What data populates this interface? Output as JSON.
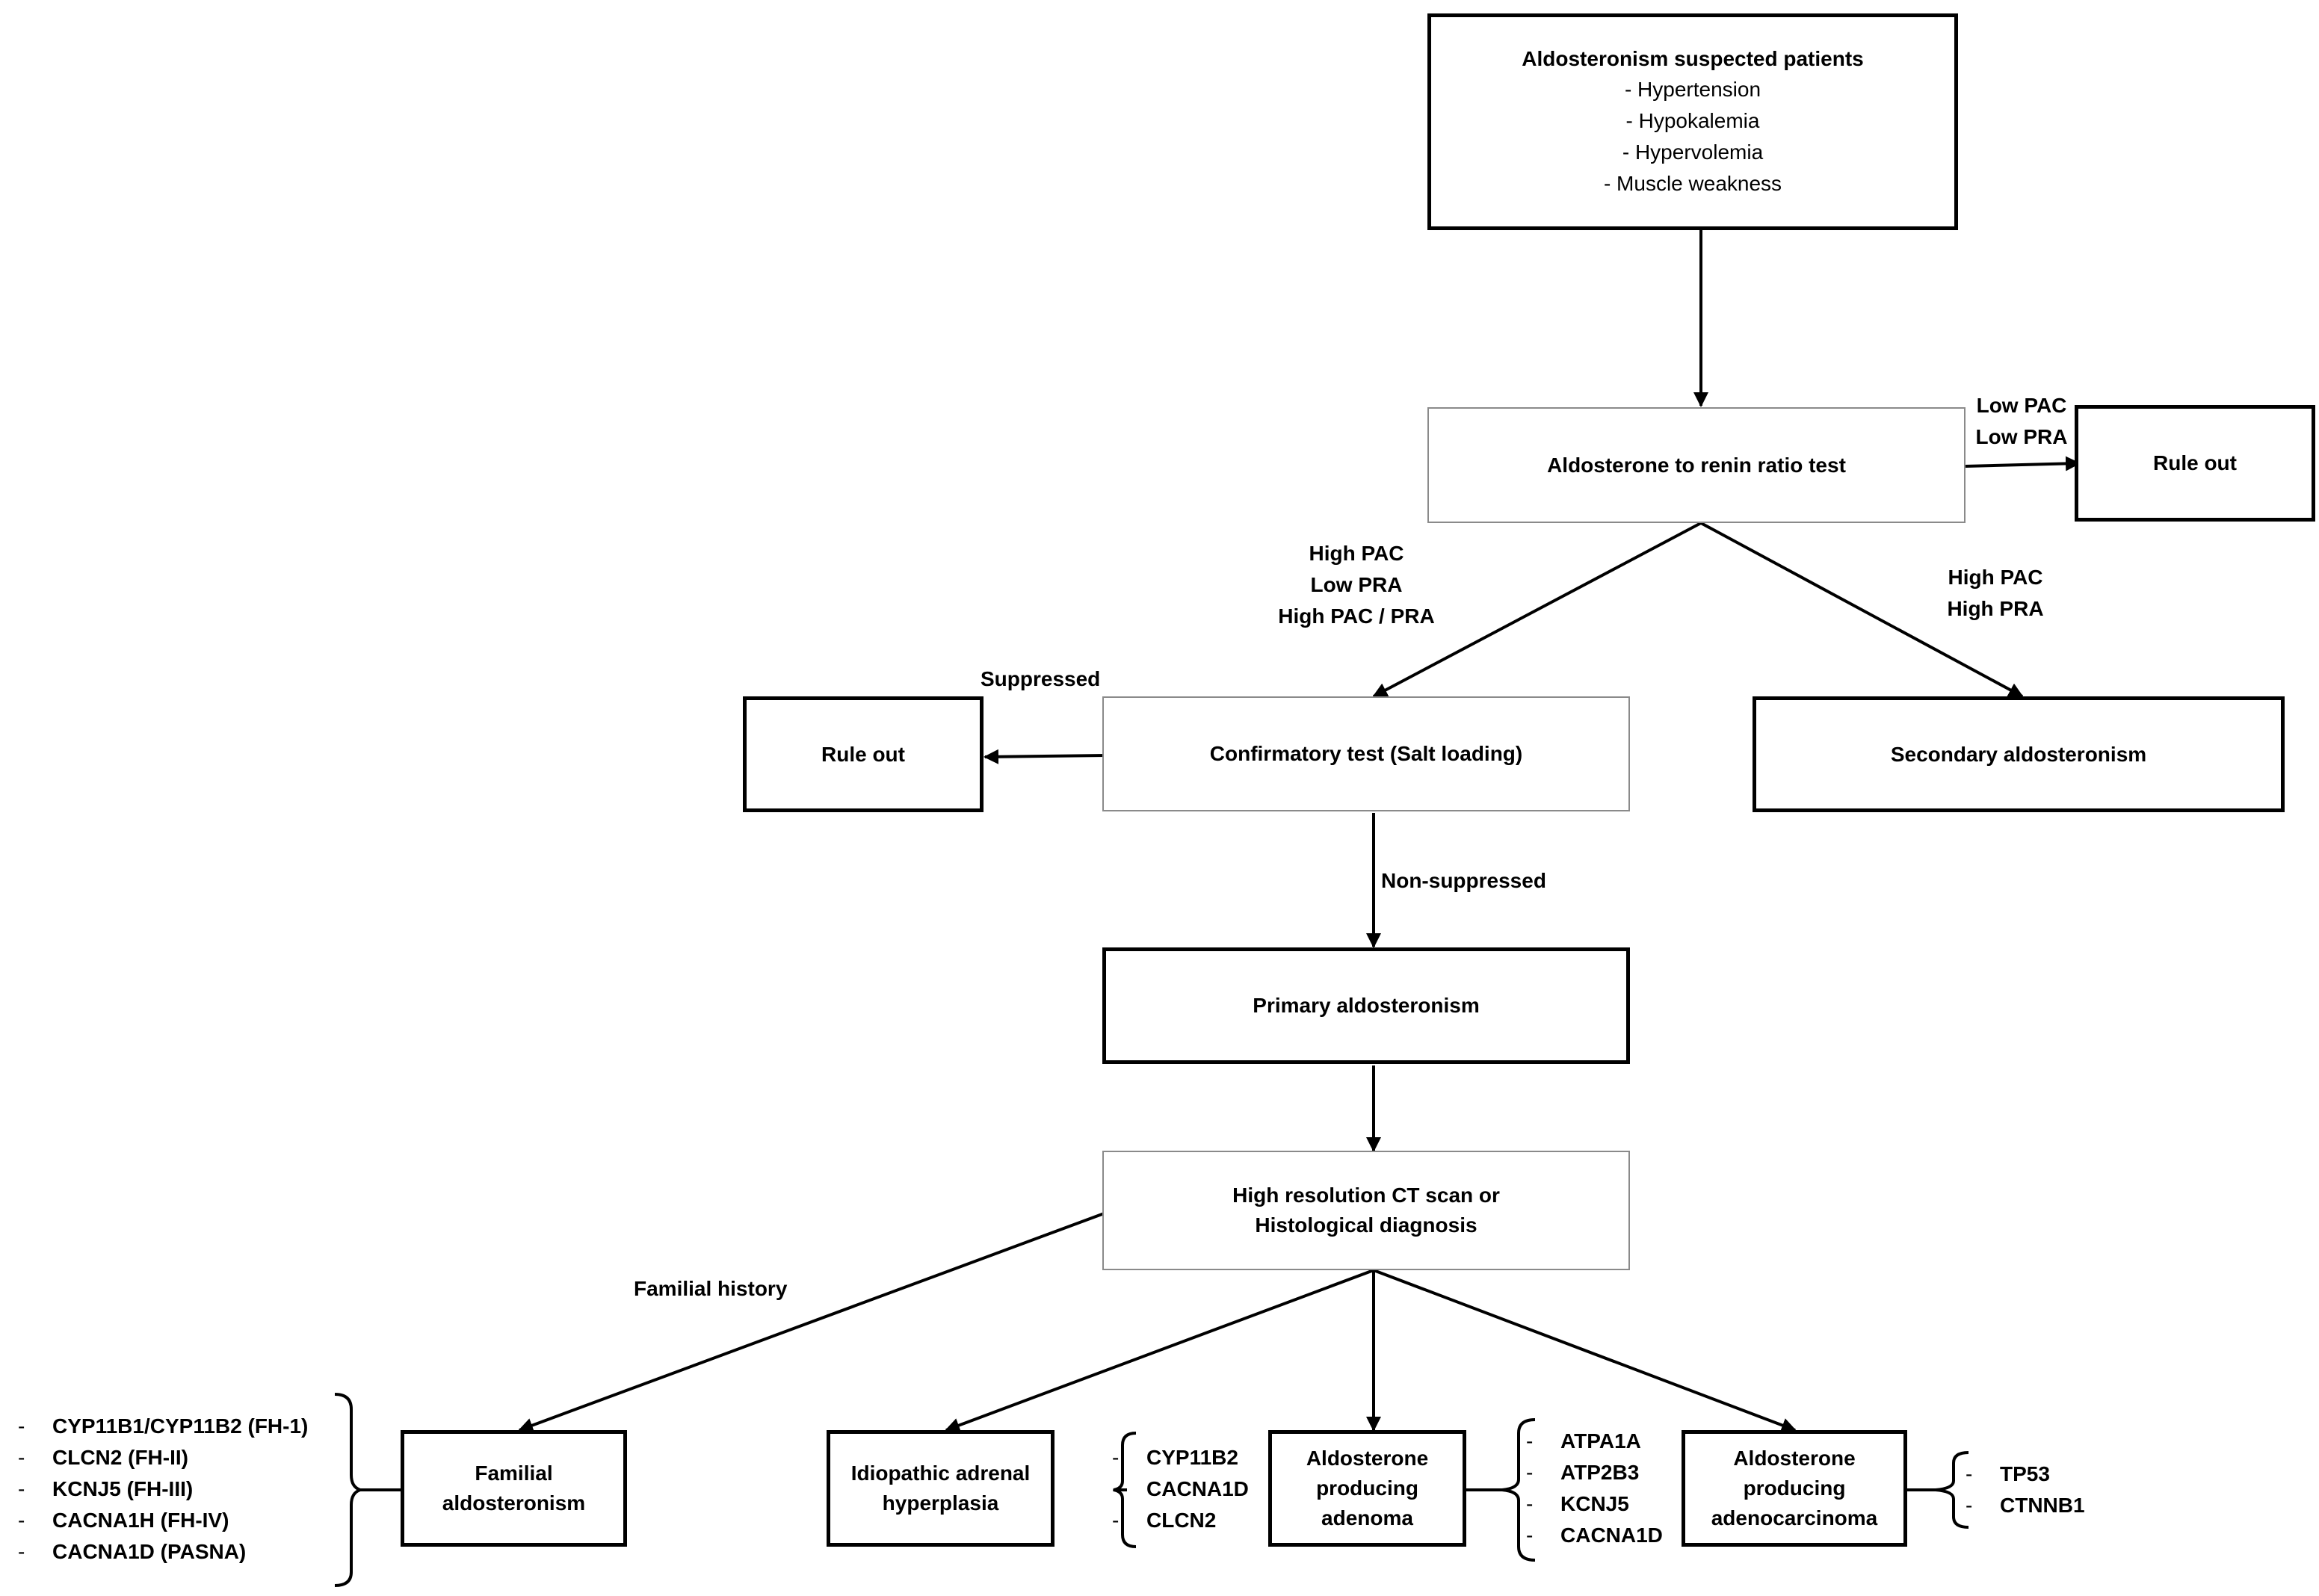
{
  "nodes": {
    "suspected": {
      "title": "Aldosteronism suspected patients",
      "items": [
        "- Hypertension",
        "- Hypokalemia",
        "- Hypervolemia",
        "- Muscle weakness"
      ]
    },
    "arr_test": "Aldosterone to renin ratio test",
    "rule_out_top": "Rule out",
    "confirmatory": "Confirmatory test (Salt loading)",
    "rule_out_left": "Rule out",
    "secondary": "Secondary aldosteronism",
    "primary": "Primary aldosteronism",
    "ct_scan": [
      "High resolution CT scan or",
      "Histological diagnosis"
    ],
    "familial": [
      "Familial",
      "aldosteronism"
    ],
    "idiopathic": [
      "Idiopathic adrenal",
      "hyperplasia"
    ],
    "apa": [
      "Aldosterone",
      "producing",
      "adenoma"
    ],
    "apc": [
      "Aldosterone",
      "producing",
      "adenocarcinoma"
    ]
  },
  "edge_labels": {
    "low": [
      "Low PAC",
      "Low PRA"
    ],
    "high_low": [
      "High PAC",
      "Low PRA",
      "High PAC / PRA"
    ],
    "high_high": [
      "High PAC",
      "High PRA"
    ],
    "suppressed": "Suppressed",
    "non_suppressed": "Non-suppressed",
    "familial_history": "Familial history"
  },
  "gene_lists": {
    "familial": [
      "CYP11B1/CYP11B2 (FH-1)",
      "CLCN2 (FH-II)",
      "KCNJ5 (FH-III)",
      "CACNA1H (FH-IV)",
      "CACNA1D (PASNA)"
    ],
    "idiopathic": [
      "CYP11B2",
      "CACNA1D",
      "CLCN2"
    ],
    "apa": [
      "ATPA1A",
      "ATP2B3",
      "KCNJ5",
      "CACNA1D"
    ],
    "apc": [
      "TP53",
      "CTNNB1"
    ]
  },
  "list_marker": "-"
}
